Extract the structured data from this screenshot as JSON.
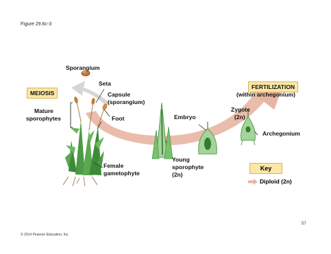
{
  "figure_label": "Figure 29.6c-3",
  "copyright": "© 2014 Pearson Education, Inc.",
  "page_number": "57",
  "labels": {
    "sporangium": "Sporangium",
    "meiosis": "MEIOSIS",
    "seta": "Seta",
    "capsule_1": "Capsule",
    "capsule_2": "(sporangium)",
    "mature_1": "Mature",
    "mature_2": "sporophytes",
    "foot": "Foot",
    "female_1": "Female",
    "female_2": "gametophyte",
    "young_1": "Young",
    "young_2": "sporophyte",
    "young_3": "(2n)",
    "embryo": "Embryo",
    "zygote_1": "Zygote",
    "zygote_2": "(2n)",
    "archegonium": "Archegonium",
    "fertilization_1": "FERTILIZATION",
    "fertilization_2": "(within archegonium)"
  },
  "key": {
    "title": "Key",
    "diploid": "Diploid (2n)"
  },
  "colors": {
    "diploid_arrow": "#e8b5a2",
    "meiosis_arrow": "#d9d9d9",
    "box_fill": "#fbe7a6",
    "plant_green": "#3a8a3a"
  },
  "icons": [
    "moss-gametophyte-illustration",
    "young-sporophyte-illustration",
    "embryo-illustration",
    "zygote-illustration",
    "sporangium-icon"
  ]
}
